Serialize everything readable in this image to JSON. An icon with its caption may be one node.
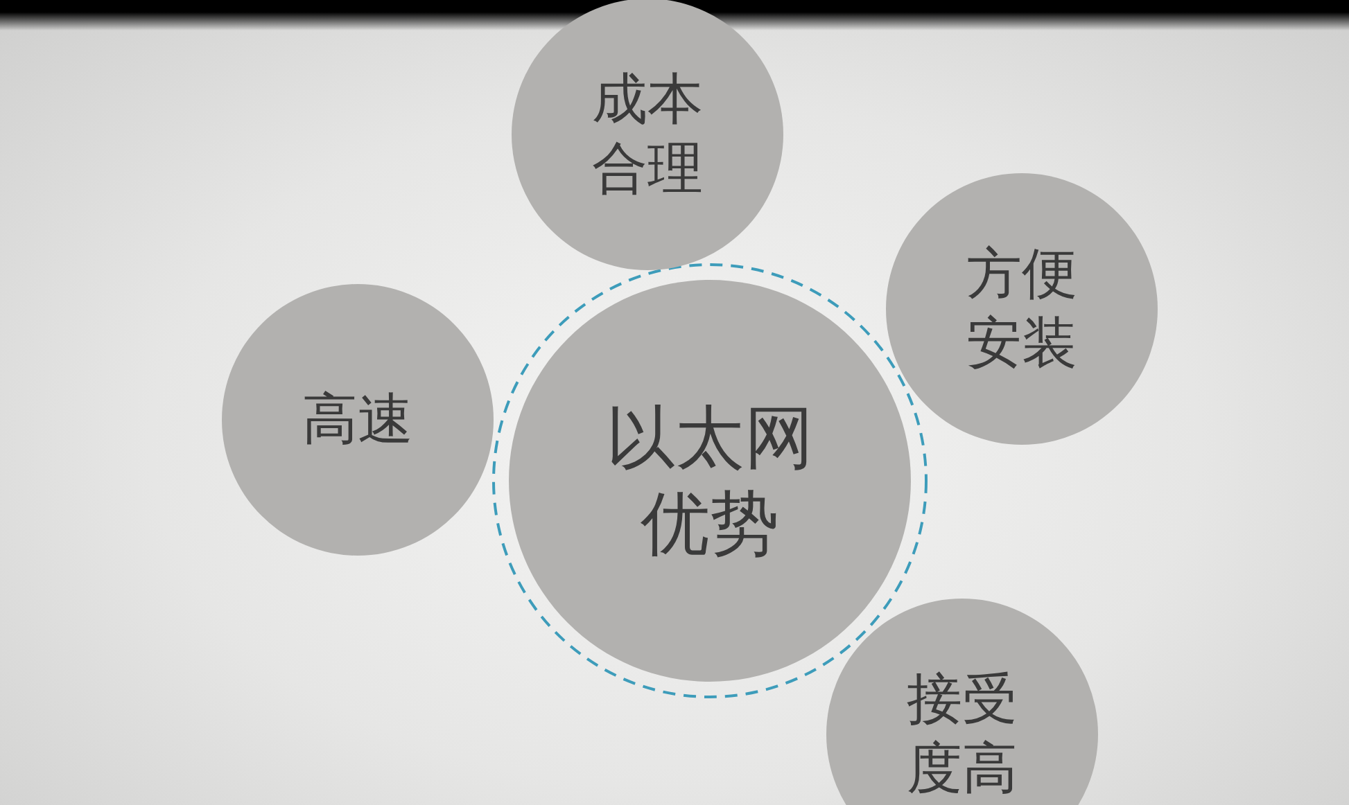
{
  "diagram": {
    "nodes": [
      {
        "text": [
          "成本合理"
        ]
      },
      {
        "text": [
          "方便安装"
        ]
      },
      {
        "text": [
          "高速"
        ]
      },
      {
        "text": [
          "以太网优势"
        ]
      },
      {
        "text": [
          "接受度高"
        ]
      }
    ],
    "edges": []
  }
}
